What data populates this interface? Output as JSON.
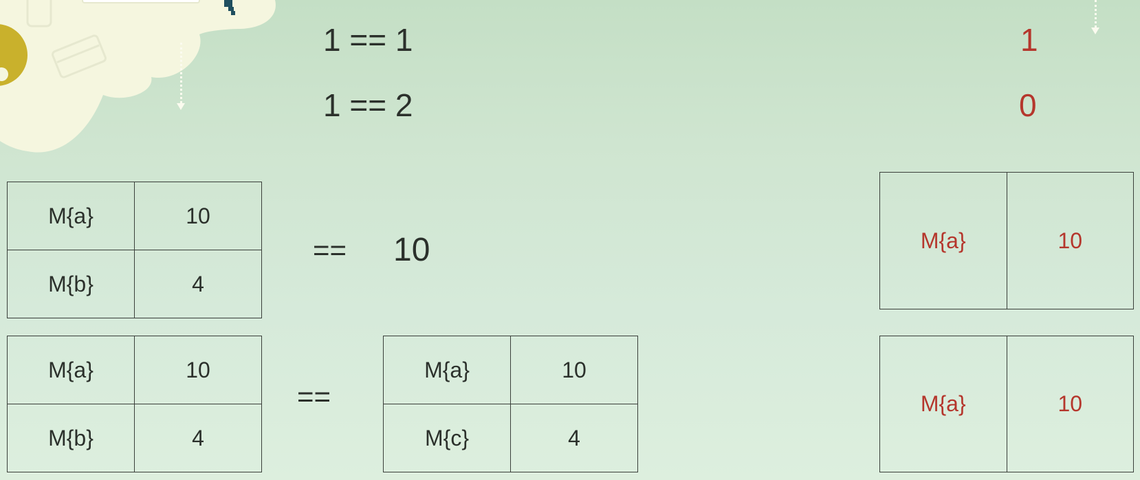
{
  "comparisons": [
    {
      "expression": "1 == 1",
      "result": "1"
    },
    {
      "expression": "1 == 2",
      "result": "0"
    }
  ],
  "map_vs_scalar": {
    "left_table": [
      {
        "key": "M{a}",
        "value": "10"
      },
      {
        "key": "M{b}",
        "value": "4"
      }
    ],
    "operator": "==",
    "scalar": "10",
    "result_table": [
      {
        "key": "M{a}",
        "value": "10"
      }
    ]
  },
  "map_vs_map": {
    "left_table": [
      {
        "key": "M{a}",
        "value": "10"
      },
      {
        "key": "M{b}",
        "value": "4"
      }
    ],
    "operator": "==",
    "right_table": [
      {
        "key": "M{a}",
        "value": "10"
      },
      {
        "key": "M{c}",
        "value": "4"
      }
    ],
    "result_table": [
      {
        "key": "M{a}",
        "value": "10"
      }
    ]
  },
  "colors": {
    "background": "#cfe5d0",
    "text": "#2b302b",
    "result_red": "#b5362c",
    "cloud": "#f5f6df",
    "mustard": "#c9b12c"
  }
}
